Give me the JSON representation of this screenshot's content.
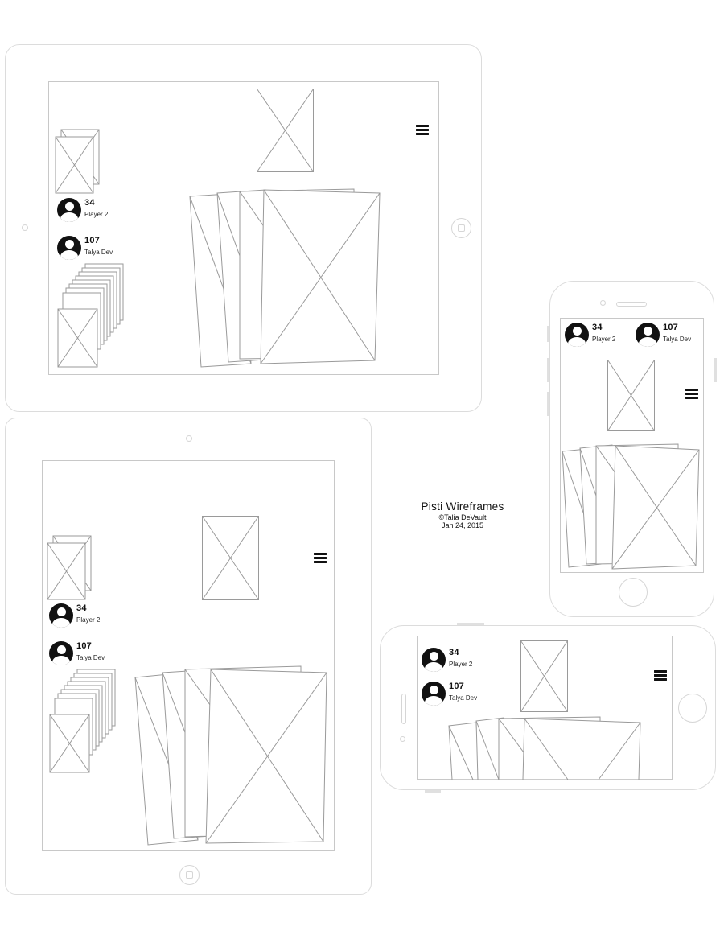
{
  "title": {
    "heading": "Pisti Wireframes",
    "credit": "©Talia DeVault",
    "date": "Jan 24, 2015"
  },
  "players": {
    "opponent": {
      "score": "34",
      "name": "Player 2"
    },
    "self": {
      "score": "107",
      "name": "Talya Dev"
    }
  },
  "icons": {
    "menu": "menu-icon",
    "avatar": "user-avatar-icon",
    "home": "home-button-icon"
  },
  "colors": {
    "outline": "#c8c8c8",
    "ink": "#111111"
  }
}
